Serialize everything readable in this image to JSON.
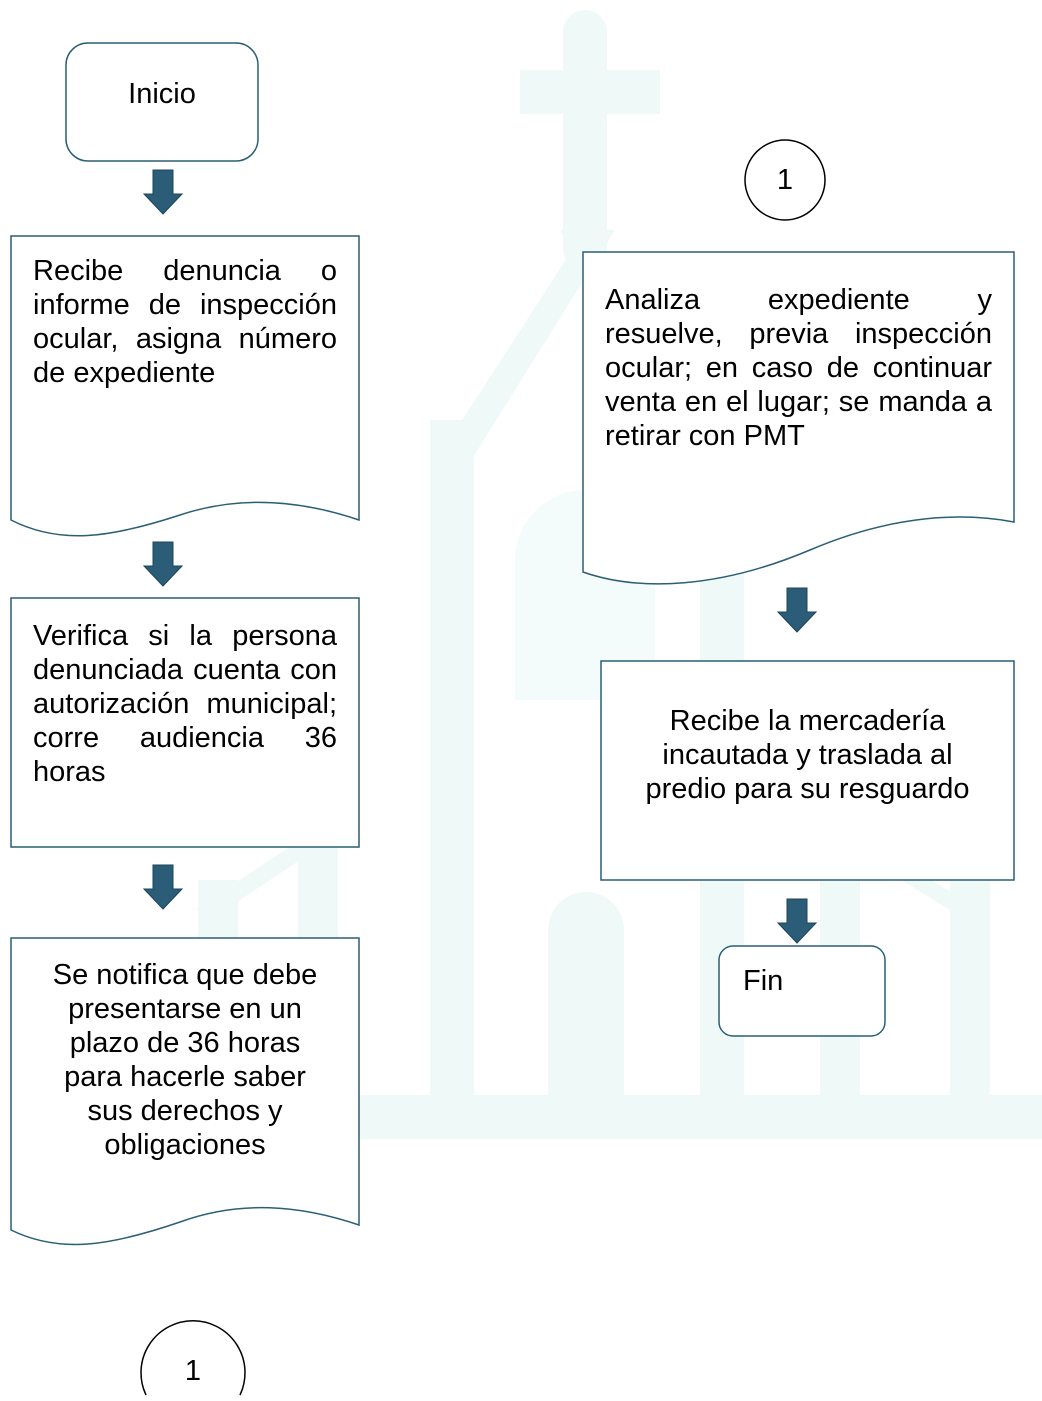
{
  "colors": {
    "border": "#2a5f75",
    "arrow": "#2b5d78",
    "arrow_stroke": "#1d4459",
    "watermark": "#eef9f8"
  },
  "left_column": {
    "start": "Inicio",
    "step1": "Recibe denuncia o informe de inspección ocular, asigna número de expediente",
    "step2": "Verifica si la persona denunciada cuenta con autorización municipal; corre audiencia 36 horas",
    "step3_lines": [
      "Se notifica que debe",
      "presentarse en un",
      "plazo de 36 horas",
      "para hacerle saber",
      "sus derechos y",
      "obligaciones"
    ],
    "connector": "1"
  },
  "right_column": {
    "connector": "1",
    "step4": "Analiza expediente y resuelve, previa inspección ocular; en caso de continuar venta en el lugar; se manda a retirar con PMT",
    "step5_lines": [
      "Recibe la mercadería",
      "incautada y traslada al",
      "predio para su resguardo"
    ],
    "end": "Fin"
  }
}
